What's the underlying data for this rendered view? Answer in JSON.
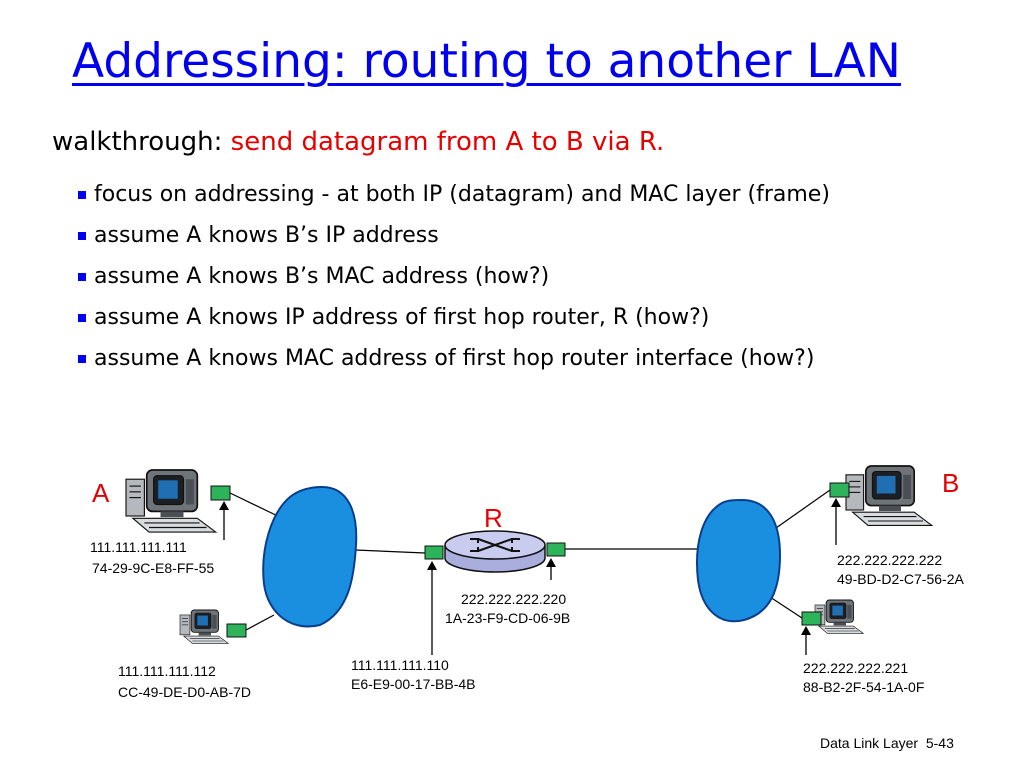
{
  "slide": {
    "title": "Addressing: routing to another LAN",
    "intro_prefix": "walkthrough: ",
    "intro_highlight": "send datagram from A to B via R.",
    "bullets": [
      "focus on addressing - at both IP (datagram) and MAC layer (frame)",
      "assume A knows B’s IP address",
      "assume A knows B’s MAC address (how?)",
      "assume A knows IP address of first hop router, R (how?)",
      "assume A knows MAC address of first hop router interface (how?)"
    ]
  },
  "diagram": {
    "host_a_label": "A",
    "host_b_label": "B",
    "router_label": "R",
    "host_a": {
      "ip": "111.111.111.111",
      "mac": "74-29-9C-E8-FF-55"
    },
    "host_a2": {
      "ip": "111.111.111.112",
      "mac": "CC-49-DE-D0-AB-7D"
    },
    "router_left": {
      "ip": "111.111.111.110",
      "mac": "E6-E9-00-17-BB-4B"
    },
    "router_right": {
      "ip": "222.222.222.220",
      "mac": "1A-23-F9-CD-06-9B"
    },
    "host_b": {
      "ip": "222.222.222.222",
      "mac": "49-BD-D2-C7-56-2A"
    },
    "host_b2": {
      "ip": "222.222.222.221",
      "mac": "88-B2-2F-54-1A-0F"
    },
    "colors": {
      "lan_cloud": "#1a8fe0",
      "interface": "#2db35a",
      "router": "#a9aedd",
      "label": "#e60000"
    }
  },
  "footer": {
    "section": "Data Link Layer",
    "page": "5-43"
  }
}
